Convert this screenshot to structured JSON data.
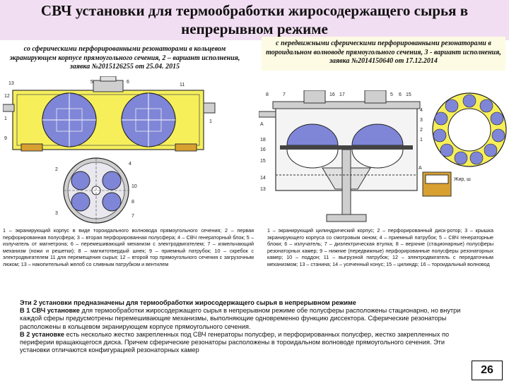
{
  "title": {
    "line1": "СВЧ установки для термообработки жиросодержащего сырья в",
    "line2": "непрерывном режиме"
  },
  "captions": {
    "left": "со сферическими перфорированными резонаторами в кольцевом экранирующем корпусе прямоугольного сечения, 2 – вариант исполнения, заявка №2015126255 от 25.04. 2015",
    "right": "с передвижными сферическими перфорированными резонаторами в тороидальном волноводе прямоугольного сечения, 3 - вариант исполнения, заявка №2014150640 от 17.12.2014"
  },
  "figure_labels": {
    "left": [
      "13",
      "12",
      "5",
      "6",
      "11",
      "1",
      "1",
      "9",
      "4",
      "2",
      "3",
      "10",
      "8",
      "7"
    ],
    "right_top": [
      "8",
      "7",
      "16",
      "17",
      "5",
      "6",
      "15",
      "4",
      "3",
      "2",
      "1",
      "A"
    ],
    "right_side": [
      "18",
      "16",
      "15",
      "14",
      "13",
      "A",
      "Жир, ш"
    ]
  },
  "legends": {
    "left": "1 – экранирующий корпус в виде тороидального волновода прямоугольного сечения; 2 – первая перфорированная полусфера; 3 – вторая перфорированная полусфера; 4 – СВЧ генераторный блок; 5 – излучатель от магнетрона; 6 – перемешивающий механизм с электродвигателем; 7 – измельчающий механизм (ножи и решетки); 8 – магнитотвердый шнек; 9 – приемный патрубок; 10 – скребок с электродвигателем 11 для перемещения сырья; 12 – второй тор прямоугольного сечения с загрузочным люком; 13 – накопительный желоб со сливным патрубком и вентилем",
    "right": "1 – экранирующий цилиндрический корпус; 2 – перфорированный диск-ротор; 3 – крышка экранирующего корпуса со смотровым окном; 4 – приемный патрубок; 5 – СВЧ генераторные блоки; 6 – излучатель; 7 – диэлектрическая втулка; 8 – верхние (стационарные) полусферы резонаторных камер; 9 – нижние (передвижные) перфорированные полусферы резонаторных камер; 10 – поддон; 11 – выгрузной патрубок; 12 – электродвигатель с передаточным механизмом; 13 – станина; 14 – усеченный конус; 15 – цилиндр; 16 – тороидальный волновод"
  },
  "body": {
    "line1": "Эти 2 установки предназначены для термообработки жиросодержащего сырья в непрерывном режиме",
    "p2_bold": "В 1 СВЧ установке",
    "p2_rest": " для термообработки жиросодержащего сырья в непрерывном режиме обе полусферы расположены стационарно, но внутри каждой сферы предусмотрены перемешивающие механизмы, выполняющие одновременно функцию диссектора. Сферические резонаторы расположены в кольцевом экранирующем корпусе прямоугольного сечения.",
    "p3_bold": "В 2 установке",
    "p3_rest": " есть несколько жестко закрепленных под СВЧ генераторы полусфер, и перфорированных полусфер, жестко закрепленных по периферии вращающегося диска. Причем сферические резонаторы расположены в тороидальном волноводе прямоугольного сечения. Эти установки отличаются конфигурацией резонаторных камер"
  },
  "page_number": "26",
  "colors": {
    "title_bg": "#f2def2",
    "caption_bg": "#fdfbe3",
    "drawing_yellow": "#f6ef5a",
    "drawing_blue": "#7f86d8",
    "drawing_grey": "#cfcfcf"
  }
}
